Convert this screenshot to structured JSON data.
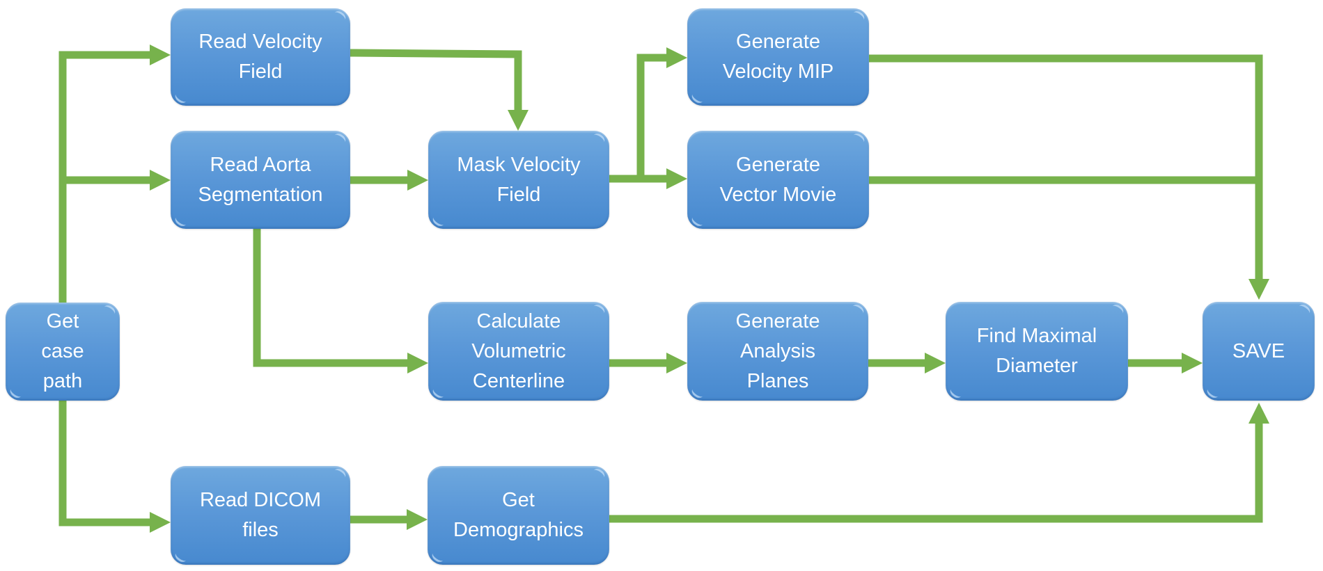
{
  "diagram": {
    "type": "flowchart",
    "colors": {
      "node_fill_top": "#6ea8de",
      "node_fill_bottom": "#4789cf",
      "node_text": "#ffffff",
      "connector": "#77b24c"
    },
    "nodes": [
      {
        "id": "get_case_path",
        "label": "Get\ncase\npath"
      },
      {
        "id": "read_velocity_field",
        "label": "Read Velocity\nField"
      },
      {
        "id": "read_aorta_segmentation",
        "label": "Read Aorta\nSegmentation"
      },
      {
        "id": "read_dicom_files",
        "label": "Read DICOM\nfiles"
      },
      {
        "id": "mask_velocity_field",
        "label": "Mask Velocity\nField"
      },
      {
        "id": "calculate_volumetric_centerline",
        "label": "Calculate\nVolumetric\nCenterline"
      },
      {
        "id": "get_demographics",
        "label": "Get\nDemographics"
      },
      {
        "id": "generate_velocity_mip",
        "label": "Generate\nVelocity MIP"
      },
      {
        "id": "generate_vector_movie",
        "label": "Generate\nVector Movie"
      },
      {
        "id": "generate_analysis_planes",
        "label": "Generate\nAnalysis\nPlanes"
      },
      {
        "id": "find_maximal_diameter",
        "label": "Find Maximal\nDiameter"
      },
      {
        "id": "save",
        "label": "SAVE"
      }
    ],
    "edges": [
      {
        "from": "get_case_path",
        "to": "read_velocity_field"
      },
      {
        "from": "get_case_path",
        "to": "read_aorta_segmentation"
      },
      {
        "from": "get_case_path",
        "to": "read_dicom_files"
      },
      {
        "from": "read_velocity_field",
        "to": "mask_velocity_field"
      },
      {
        "from": "read_aorta_segmentation",
        "to": "mask_velocity_field"
      },
      {
        "from": "read_aorta_segmentation",
        "to": "calculate_volumetric_centerline"
      },
      {
        "from": "read_dicom_files",
        "to": "get_demographics"
      },
      {
        "from": "mask_velocity_field",
        "to": "generate_velocity_mip"
      },
      {
        "from": "mask_velocity_field",
        "to": "generate_vector_movie"
      },
      {
        "from": "calculate_volumetric_centerline",
        "to": "generate_analysis_planes"
      },
      {
        "from": "generate_analysis_planes",
        "to": "find_maximal_diameter"
      },
      {
        "from": "find_maximal_diameter",
        "to": "save"
      },
      {
        "from": "generate_velocity_mip",
        "to": "save"
      },
      {
        "from": "generate_vector_movie",
        "to": "save"
      },
      {
        "from": "get_demographics",
        "to": "save"
      }
    ]
  }
}
